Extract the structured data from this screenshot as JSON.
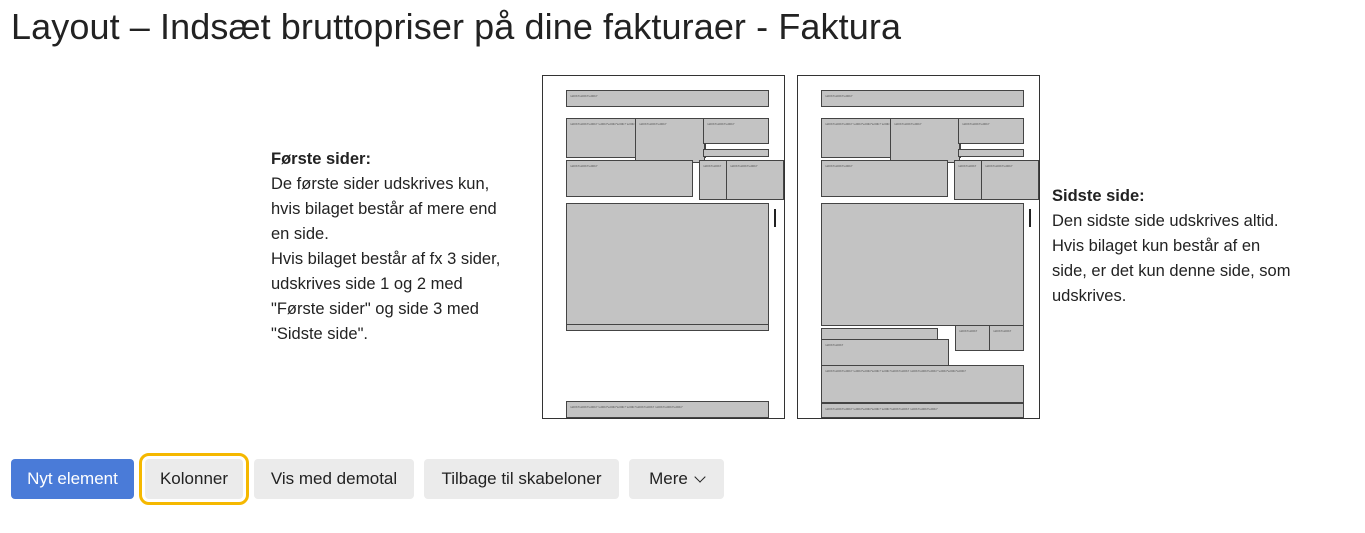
{
  "page": {
    "title": "Layout – Indsæt bruttopriser på dine fakturaer - Faktura"
  },
  "first_pages": {
    "heading": "Første sider:",
    "lines": [
      "De første sider udskrives kun,",
      "hvis bilaget består af mere end",
      "en side.",
      "Hvis bilaget består af fx 3 sider,",
      "udskrives side 1 og 2 med",
      "\"Første sider\" og side 3 med",
      "\"Sidste side\"."
    ]
  },
  "last_page": {
    "heading": "Sidste side:",
    "lines": [
      "Den sidste side udskrives altid.",
      "Hvis bilaget kun består af en",
      "side, er det kun denne side, som",
      "udskrives."
    ]
  },
  "toolbar": {
    "new_element": "Nyt element",
    "columns": "Kolonner",
    "show_demo": "Vis med demotal",
    "back_to_templates": "Tilbage til skabeloner",
    "more": "Mere"
  },
  "colors": {
    "primary": "#4a7bd8",
    "focus_outline": "#f5b800",
    "block_fill": "#c3c3c3",
    "secondary_button": "#ebebeb"
  },
  "icons": {
    "more": "chevron-down-icon"
  }
}
